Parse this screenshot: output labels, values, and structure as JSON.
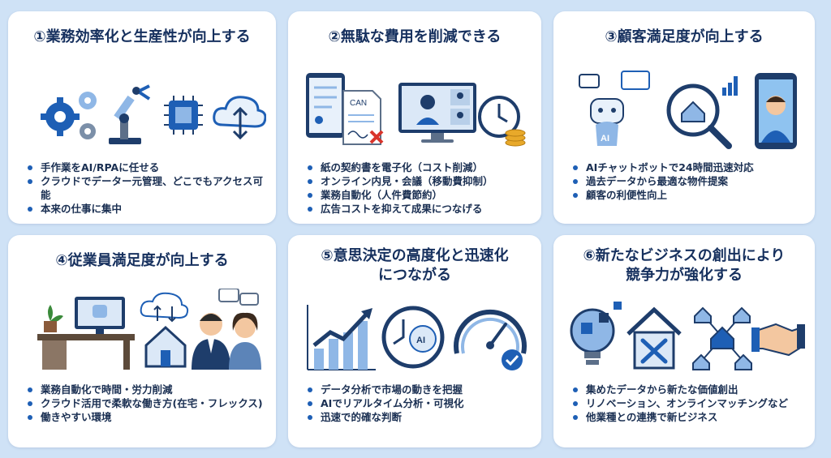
{
  "cards": [
    {
      "title": "①業務効率化と生産性が向上する",
      "bullets": [
        "手作業をAI/RPAに任せる",
        "クラウドでデーター元管理、どこでもアクセス可能",
        "本来の仕事に集中"
      ],
      "icons": [
        "gears-icon",
        "robot-arm-icon",
        "cpu-chip-icon",
        "cloud-sync-icon"
      ]
    },
    {
      "title": "②無駄な費用を削減できる",
      "bullets": [
        "紙の契約書を電子化（コスト削減）",
        "オンライン内見・会議（移動費抑制）",
        "業務自動化（人件費節約）",
        "広告コストを抑えて成果につなげる"
      ],
      "icons": [
        "tablet-icon",
        "paper-contract-icon",
        "video-meeting-icon",
        "clock-coins-icon"
      ],
      "contract_label": "CAN"
    },
    {
      "title": "③顧客満足度が向上する",
      "bullets": [
        "AIチャットボットで24時間迅速対応",
        "過去データから最適な物件提案",
        "顧客の利便性向上"
      ],
      "icons": [
        "chatbot-icon",
        "house-search-icon",
        "smartphone-user-icon"
      ],
      "bot_label": "AI"
    },
    {
      "title": "④従業員満足度が向上する",
      "bullets": [
        "業務自動化で時間・労力削減",
        "クラウド活用で柔軟な働き方(在宅・フレックス)",
        "働きやすい環境"
      ],
      "icons": [
        "desk-computer-icon",
        "cloud-home-icon",
        "employees-icon"
      ]
    },
    {
      "title_lines": [
        "⑤意思決定の高度化と迅速化",
        "につながる"
      ],
      "bullets": [
        "データ分析で市場の動きを把握",
        "AIでリアルタイム分析・可視化",
        "迅速で的確な判断"
      ],
      "icons": [
        "growth-chart-icon",
        "clock-ai-icon",
        "speedometer-icon"
      ],
      "ai_label": "AI"
    },
    {
      "title_lines": [
        "⑥新たなビジネスの創出により",
        "競争力が強化する"
      ],
      "bullets": [
        "集めたデータから新たな価値創出",
        "リノベーション、オンラインマッチングなど",
        "他業種との連携で新ビジネス"
      ],
      "icons": [
        "puzzle-bulb-icon",
        "house-tools-icon",
        "network-houses-icon",
        "handshake-icon"
      ]
    }
  ],
  "colors": {
    "background": "#cfe2f6",
    "card": "#ffffff",
    "title": "#16305e",
    "accent": "#1e5fb5",
    "light_accent": "#8fb7e6"
  }
}
